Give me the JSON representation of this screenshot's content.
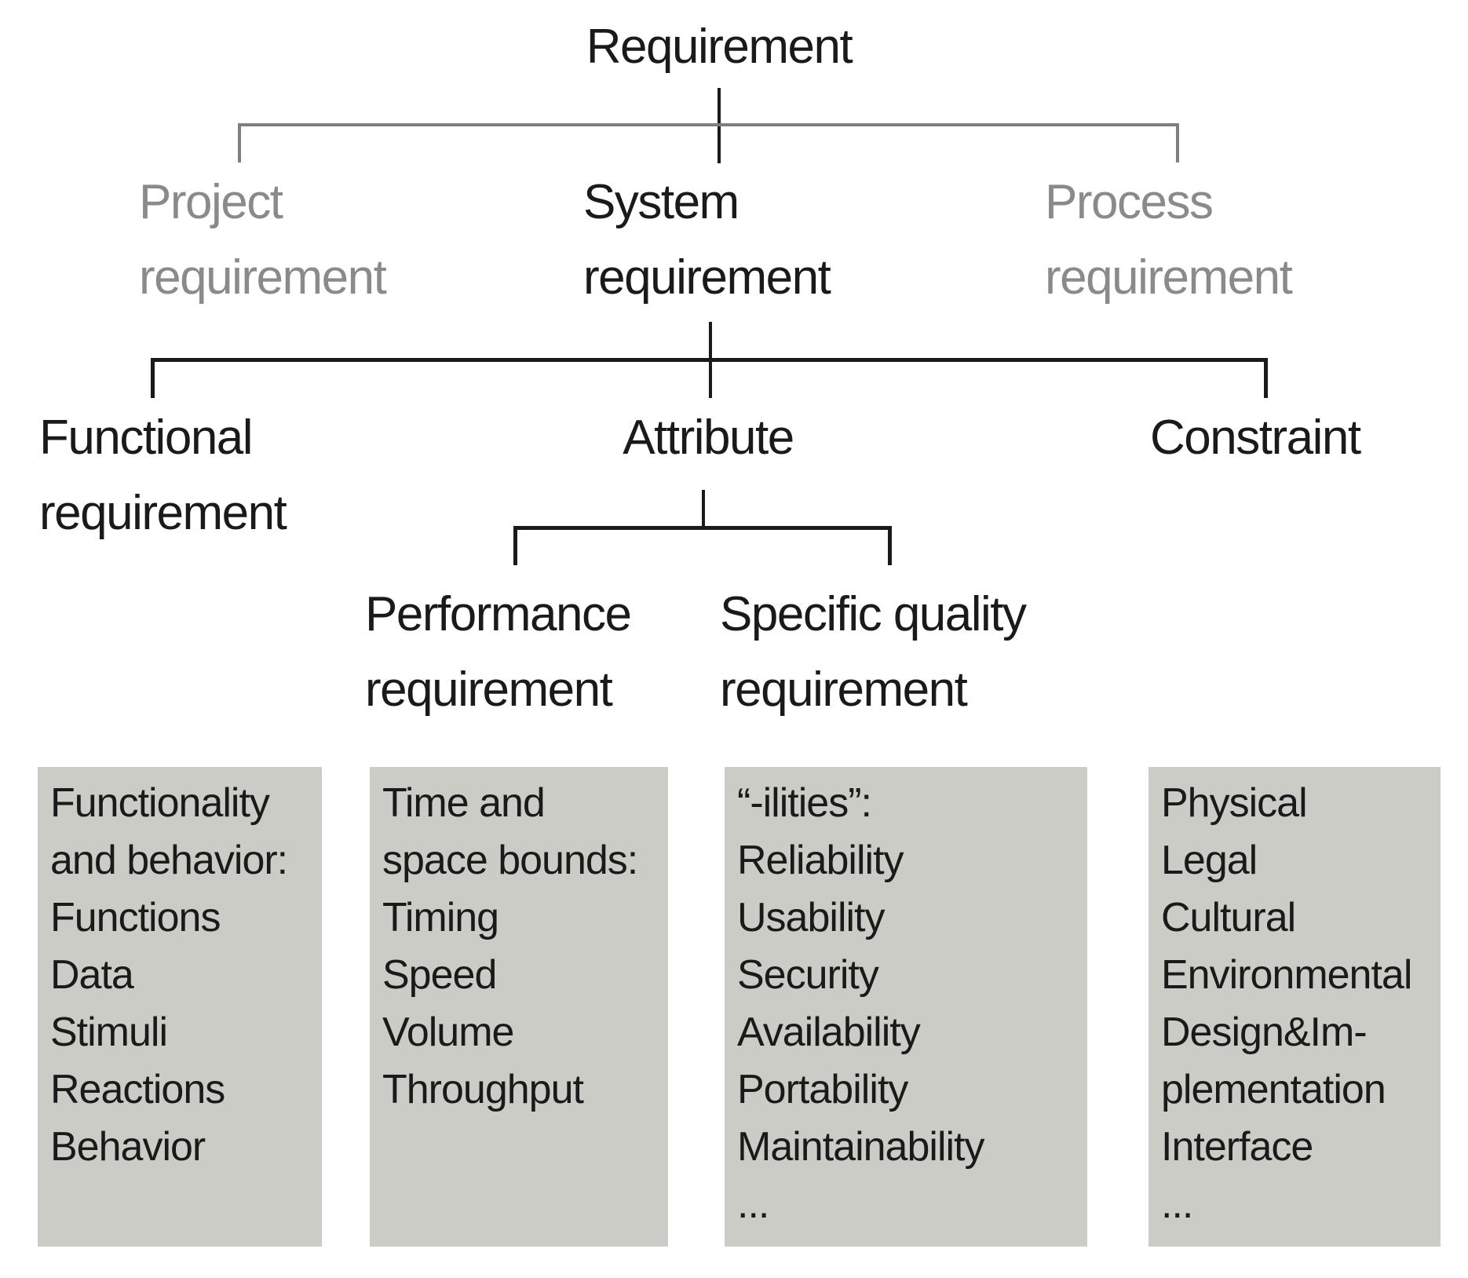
{
  "palette": {
    "background": "#ffffff",
    "dark_text": "#1a1a1a",
    "muted_text": "#8a8a8a",
    "dark_line": "#1a1a1a",
    "muted_line": "#7f7f7f",
    "box_fill": "#cbccc5"
  },
  "tree": {
    "root": "Requirement",
    "level2": [
      {
        "id": "project",
        "label": "Project\nrequirement",
        "muted": true
      },
      {
        "id": "system",
        "label": "System\nrequirement",
        "muted": false
      },
      {
        "id": "process",
        "label": "Process\nrequirement",
        "muted": true
      }
    ],
    "level3": [
      {
        "id": "functional",
        "label": "Functional\nrequirement"
      },
      {
        "id": "attribute",
        "label": "Attribute"
      },
      {
        "id": "constraint",
        "label": "Constraint"
      }
    ],
    "level4": [
      {
        "id": "performance",
        "label": "Performance\nrequirement"
      },
      {
        "id": "specific-quality",
        "label": "Specific quality\nrequirement"
      }
    ]
  },
  "boxes": [
    {
      "id": "functional-examples",
      "lines": [
        "Functionality",
        "and behavior:",
        "Functions",
        "Data",
        "Stimuli",
        "Reactions",
        "Behavior"
      ]
    },
    {
      "id": "performance-examples",
      "lines": [
        "Time and",
        "space bounds:",
        "Timing",
        "Speed",
        "Volume",
        "Throughput"
      ]
    },
    {
      "id": "quality-examples",
      "lines": [
        "“-ilities”:",
        "Reliability",
        "Usability",
        "Security",
        "Availability",
        "Portability",
        "Maintainability",
        "..."
      ]
    },
    {
      "id": "constraint-examples",
      "lines": [
        "Physical",
        "Legal",
        "Cultural",
        "Environmental",
        "Design&Im-",
        "plementation",
        "Interface",
        "..."
      ]
    }
  ]
}
